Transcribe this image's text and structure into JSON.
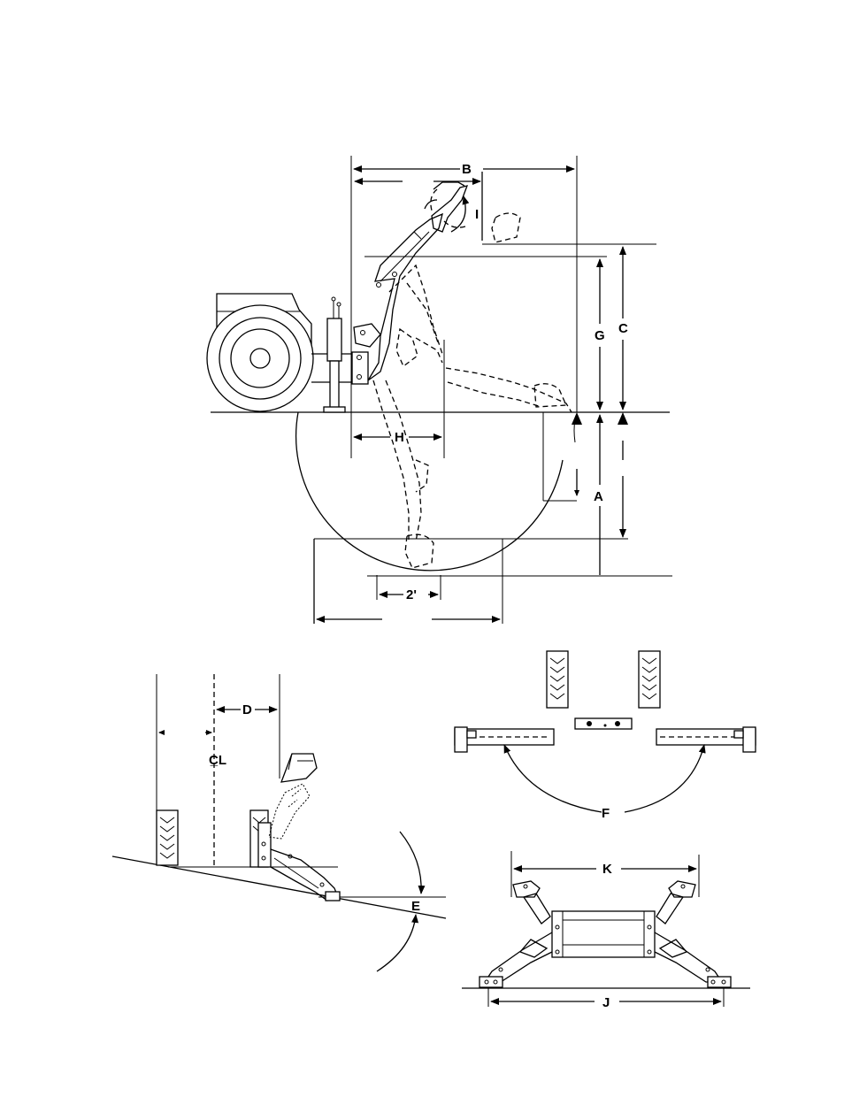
{
  "diagram": {
    "labels": {
      "A": "A",
      "B": "B",
      "C": "C",
      "D": "D",
      "E": "E",
      "F": "F",
      "G": "G",
      "H": "H",
      "I": "I",
      "J": "J",
      "K": "K",
      "two_ft": "2'",
      "centerline": "C̲L"
    },
    "colors": {
      "ink": "#000000",
      "paper": "#ffffff"
    }
  }
}
